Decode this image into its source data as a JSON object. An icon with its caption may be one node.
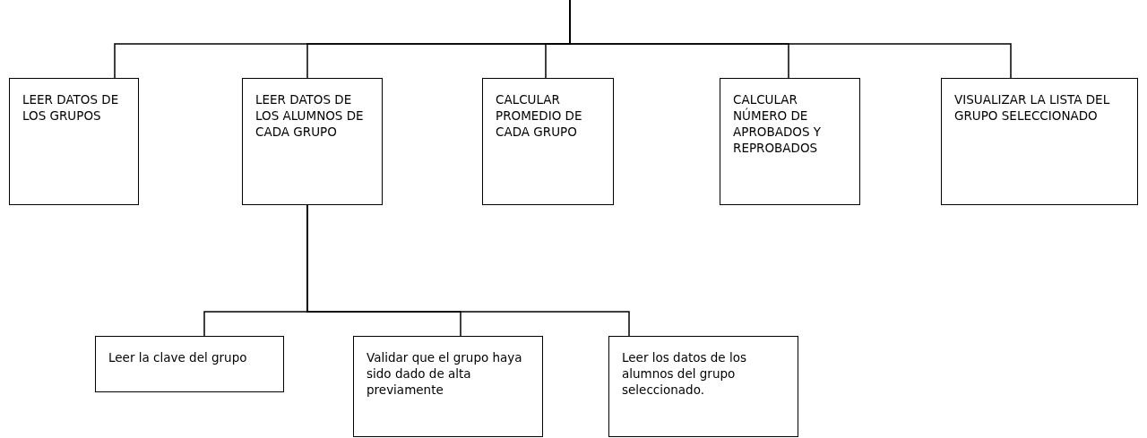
{
  "diagram": {
    "nodes": [
      {
        "text": [
          "LEER DATOS DE LOS GRUPOS"
        ]
      },
      {
        "text": [
          "LEER DATOS DE LOS ALUMNOS DE CADA GRUPO"
        ]
      },
      {
        "text": [
          "CALCULAR PROMEDIO DE CADA GRUPO"
        ]
      },
      {
        "text": [
          "CALCULAR NÚMERO DE APROBADOS Y REPROBADOS"
        ]
      },
      {
        "text": [
          "VISUALIZAR LA LISTA DEL GRUPO SELECCIONADO"
        ]
      },
      {
        "text": [
          "Leer la clave del grupo"
        ]
      },
      {
        "text": [
          "Validar que el grupo haya sido dado de alta previamente"
        ]
      },
      {
        "text": [
          "Leer los datos de los alumnos del grupo seleccionado."
        ]
      }
    ],
    "edges": [
      {
        "from": null,
        "to": 0,
        "arrow": "none"
      },
      {
        "from": null,
        "to": 1,
        "arrow": "none"
      },
      {
        "from": null,
        "to": 2,
        "arrow": "none"
      },
      {
        "from": null,
        "to": 3,
        "arrow": "none"
      },
      {
        "from": null,
        "to": 4,
        "arrow": "none"
      },
      {
        "from": 1,
        "to": 5,
        "arrow": "none"
      },
      {
        "from": 1,
        "to": 6,
        "arrow": "none"
      },
      {
        "from": 1,
        "to": 7,
        "arrow": "none"
      }
    ]
  }
}
